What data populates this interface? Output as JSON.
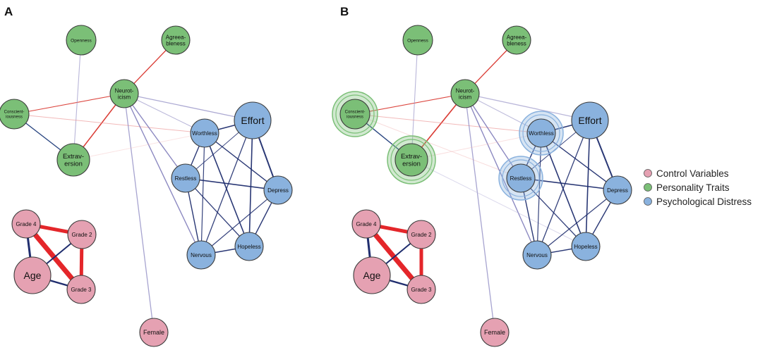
{
  "panels": [
    {
      "id": "A",
      "label": "A"
    },
    {
      "id": "B",
      "label": "B"
    }
  ],
  "groups": {
    "control": {
      "label": "Control Variables",
      "fill": "#E5A1B2",
      "stroke": "#3A3A3A"
    },
    "personality": {
      "label": "Personality Traits",
      "fill": "#7BBF77",
      "stroke": "#3A3A3A"
    },
    "distress": {
      "label": "Psychological Distress",
      "fill": "#8AB2DE",
      "stroke": "#3A3A3A"
    }
  },
  "legend_order": [
    "control",
    "personality",
    "distress"
  ],
  "nodes": [
    {
      "id": "openness",
      "lines": [
        "Openness"
      ],
      "group": "personality",
      "size": "s"
    },
    {
      "id": "agree",
      "lines": [
        "Agreea-",
        "bleness"
      ],
      "group": "personality",
      "size": "m"
    },
    {
      "id": "neuro",
      "lines": [
        "Neurot-",
        "icism"
      ],
      "group": "personality",
      "size": "m"
    },
    {
      "id": "consc",
      "lines": [
        "Conscient-",
        "iousness"
      ],
      "group": "personality",
      "size": "s"
    },
    {
      "id": "extra",
      "lines": [
        "Extrav-",
        "ersion"
      ],
      "group": "personality",
      "size": "l"
    },
    {
      "id": "effort",
      "lines": [
        "Effort"
      ],
      "group": "distress",
      "size": "xl"
    },
    {
      "id": "worthless",
      "lines": [
        "Worthless"
      ],
      "group": "distress",
      "size": "m"
    },
    {
      "id": "restless",
      "lines": [
        "Restless"
      ],
      "group": "distress",
      "size": "m"
    },
    {
      "id": "depress",
      "lines": [
        "Depress"
      ],
      "group": "distress",
      "size": "m"
    },
    {
      "id": "nervous",
      "lines": [
        "Nervous"
      ],
      "group": "distress",
      "size": "m"
    },
    {
      "id": "hopeless",
      "lines": [
        "Hopeless"
      ],
      "group": "distress",
      "size": "m"
    },
    {
      "id": "grade4",
      "lines": [
        "Grade 4"
      ],
      "group": "control",
      "size": "m"
    },
    {
      "id": "grade2",
      "lines": [
        "Grade 2"
      ],
      "group": "control",
      "size": "m"
    },
    {
      "id": "age",
      "lines": [
        "Age"
      ],
      "group": "control",
      "size": "xl"
    },
    {
      "id": "grade3",
      "lines": [
        "Grade 3"
      ],
      "group": "control",
      "size": "m"
    },
    {
      "id": "female",
      "lines": [
        "Female"
      ],
      "group": "control",
      "size": "m"
    }
  ],
  "edges_a": [
    {
      "s": "neuro",
      "t": "agree",
      "color": "#D8322A",
      "w": 1.3,
      "o": 0.95
    },
    {
      "s": "neuro",
      "t": "extra",
      "color": "#D8322A",
      "w": 1.5,
      "o": 0.95
    },
    {
      "s": "neuro",
      "t": "consc",
      "color": "#D8322A",
      "w": 1.1,
      "o": 0.9
    },
    {
      "s": "openness",
      "t": "extra",
      "color": "#9B97C9",
      "w": 1.1,
      "o": 0.7
    },
    {
      "s": "consc",
      "t": "extra",
      "color": "#1F3C7A",
      "w": 1.4,
      "o": 0.95
    },
    {
      "s": "consc",
      "t": "worthless",
      "color": "#E98A8A",
      "w": 1.0,
      "o": 0.6
    },
    {
      "s": "neuro",
      "t": "effort",
      "color": "#8A86C0",
      "w": 1.3,
      "o": 0.7
    },
    {
      "s": "neuro",
      "t": "worthless",
      "color": "#8A86C0",
      "w": 1.1,
      "o": 0.6
    },
    {
      "s": "neuro",
      "t": "restless",
      "color": "#6F6BB2",
      "w": 1.4,
      "o": 0.8
    },
    {
      "s": "neuro",
      "t": "nervous",
      "color": "#6F6BB2",
      "w": 1.4,
      "o": 0.8
    },
    {
      "s": "neuro",
      "t": "female",
      "color": "#8A86C0",
      "w": 1.3,
      "o": 0.75
    },
    {
      "s": "extra",
      "t": "worthless",
      "color": "#F2B9B9",
      "w": 1.0,
      "o": 0.4
    },
    {
      "s": "effort",
      "t": "worthless",
      "color": "#1F2D6E",
      "w": 1.6,
      "o": 0.95
    },
    {
      "s": "effort",
      "t": "depress",
      "color": "#1F2D6E",
      "w": 2.0,
      "o": 0.95
    },
    {
      "s": "effort",
      "t": "nervous",
      "color": "#1F2D6E",
      "w": 1.3,
      "o": 0.9
    },
    {
      "s": "effort",
      "t": "hopeless",
      "color": "#1F2D6E",
      "w": 1.6,
      "o": 0.95
    },
    {
      "s": "effort",
      "t": "restless",
      "color": "#1F2D6E",
      "w": 1.0,
      "o": 0.85
    },
    {
      "s": "worthless",
      "t": "restless",
      "color": "#1F2D6E",
      "w": 1.4,
      "o": 0.95
    },
    {
      "s": "worthless",
      "t": "depress",
      "color": "#1F2D6E",
      "w": 1.4,
      "o": 0.95
    },
    {
      "s": "worthless",
      "t": "hopeless",
      "color": "#1F2D6E",
      "w": 1.6,
      "o": 0.95
    },
    {
      "s": "worthless",
      "t": "nervous",
      "color": "#1F2D6E",
      "w": 1.2,
      "o": 0.9
    },
    {
      "s": "restless",
      "t": "depress",
      "color": "#1F2D6E",
      "w": 1.6,
      "o": 0.95
    },
    {
      "s": "restless",
      "t": "nervous",
      "color": "#1F2D6E",
      "w": 1.4,
      "o": 0.95
    },
    {
      "s": "restless",
      "t": "hopeless",
      "color": "#1F2D6E",
      "w": 1.3,
      "o": 0.9
    },
    {
      "s": "depress",
      "t": "hopeless",
      "color": "#1F2D6E",
      "w": 1.4,
      "o": 0.95
    },
    {
      "s": "depress",
      "t": "nervous",
      "color": "#1F2D6E",
      "w": 1.2,
      "o": 0.9
    },
    {
      "s": "nervous",
      "t": "hopeless",
      "color": "#1F2D6E",
      "w": 1.4,
      "o": 0.95
    },
    {
      "s": "grade4",
      "t": "grade2",
      "color": "#E4262A",
      "w": 5,
      "o": 1
    },
    {
      "s": "grade4",
      "t": "grade3",
      "color": "#E4262A",
      "w": 7,
      "o": 1
    },
    {
      "s": "grade2",
      "t": "grade3",
      "color": "#E4262A",
      "w": 5,
      "o": 1
    },
    {
      "s": "grade4",
      "t": "age",
      "color": "#1F2D6E",
      "w": 3,
      "o": 1
    },
    {
      "s": "age",
      "t": "grade2",
      "color": "#1F2D6E",
      "w": 2,
      "o": 1
    },
    {
      "s": "age",
      "t": "grade3",
      "color": "#1F2D6E",
      "w": 2.4,
      "o": 1
    }
  ],
  "edges_b": [
    {
      "s": "neuro",
      "t": "agree",
      "color": "#D8322A",
      "w": 1.3,
      "o": 0.95
    },
    {
      "s": "neuro",
      "t": "extra",
      "color": "#D8322A",
      "w": 1.6,
      "o": 0.95
    },
    {
      "s": "neuro",
      "t": "consc",
      "color": "#D8322A",
      "w": 1.1,
      "o": 0.9
    },
    {
      "s": "openness",
      "t": "extra",
      "color": "#9B97C9",
      "w": 1.1,
      "o": 0.7
    },
    {
      "s": "consc",
      "t": "extra",
      "color": "#1F3C7A",
      "w": 1.4,
      "o": 0.95
    },
    {
      "s": "consc",
      "t": "worthless",
      "color": "#E98A8A",
      "w": 1.0,
      "o": 0.6
    },
    {
      "s": "consc",
      "t": "restless",
      "color": "#F2B9B9",
      "w": 1.0,
      "o": 0.5
    },
    {
      "s": "neuro",
      "t": "effort",
      "color": "#8A86C0",
      "w": 1.3,
      "o": 0.6
    },
    {
      "s": "neuro",
      "t": "worthless",
      "color": "#8A86C0",
      "w": 1.1,
      "o": 0.55
    },
    {
      "s": "neuro",
      "t": "restless",
      "color": "#6F6BB2",
      "w": 1.4,
      "o": 0.8
    },
    {
      "s": "neuro",
      "t": "nervous",
      "color": "#6F6BB2",
      "w": 1.4,
      "o": 0.8
    },
    {
      "s": "neuro",
      "t": "female",
      "color": "#8A86C0",
      "w": 1.3,
      "o": 0.75
    },
    {
      "s": "extra",
      "t": "worthless",
      "color": "#F2B9B9",
      "w": 1.0,
      "o": 0.45
    },
    {
      "s": "extra",
      "t": "hopeless",
      "color": "#B7B4DA",
      "w": 1.0,
      "o": 0.5
    },
    {
      "s": "effort",
      "t": "worthless",
      "color": "#1F2D6E",
      "w": 1.6,
      "o": 0.95
    },
    {
      "s": "effort",
      "t": "depress",
      "color": "#1F2D6E",
      "w": 2.0,
      "o": 0.95
    },
    {
      "s": "effort",
      "t": "nervous",
      "color": "#1F2D6E",
      "w": 1.3,
      "o": 0.9
    },
    {
      "s": "effort",
      "t": "hopeless",
      "color": "#1F2D6E",
      "w": 1.6,
      "o": 0.95
    },
    {
      "s": "effort",
      "t": "restless",
      "color": "#1F2D6E",
      "w": 1.0,
      "o": 0.85
    },
    {
      "s": "worthless",
      "t": "restless",
      "color": "#1F2D6E",
      "w": 1.4,
      "o": 0.95
    },
    {
      "s": "worthless",
      "t": "depress",
      "color": "#1F2D6E",
      "w": 1.4,
      "o": 0.95
    },
    {
      "s": "worthless",
      "t": "hopeless",
      "color": "#1F2D6E",
      "w": 1.6,
      "o": 0.95
    },
    {
      "s": "worthless",
      "t": "nervous",
      "color": "#1F2D6E",
      "w": 1.2,
      "o": 0.9
    },
    {
      "s": "restless",
      "t": "depress",
      "color": "#1F2D6E",
      "w": 1.6,
      "o": 0.95
    },
    {
      "s": "restless",
      "t": "nervous",
      "color": "#1F2D6E",
      "w": 1.4,
      "o": 0.95
    },
    {
      "s": "restless",
      "t": "hopeless",
      "color": "#1F2D6E",
      "w": 1.3,
      "o": 0.9
    },
    {
      "s": "depress",
      "t": "hopeless",
      "color": "#1F2D6E",
      "w": 1.4,
      "o": 0.95
    },
    {
      "s": "depress",
      "t": "nervous",
      "color": "#1F2D6E",
      "w": 1.2,
      "o": 0.9
    },
    {
      "s": "nervous",
      "t": "hopeless",
      "color": "#1F2D6E",
      "w": 1.4,
      "o": 0.95
    },
    {
      "s": "grade4",
      "t": "grade2",
      "color": "#E4262A",
      "w": 5,
      "o": 1
    },
    {
      "s": "grade4",
      "t": "grade3",
      "color": "#E4262A",
      "w": 7,
      "o": 1
    },
    {
      "s": "grade2",
      "t": "grade3",
      "color": "#E4262A",
      "w": 5,
      "o": 1
    },
    {
      "s": "grade4",
      "t": "age",
      "color": "#1F2D6E",
      "w": 3,
      "o": 1
    },
    {
      "s": "age",
      "t": "grade2",
      "color": "#1F2D6E",
      "w": 2,
      "o": 1
    },
    {
      "s": "age",
      "t": "grade3",
      "color": "#1F2D6E",
      "w": 2.4,
      "o": 1
    }
  ],
  "bridge_nodes_b": [
    "consc",
    "extra",
    "worthless",
    "restless"
  ]
}
